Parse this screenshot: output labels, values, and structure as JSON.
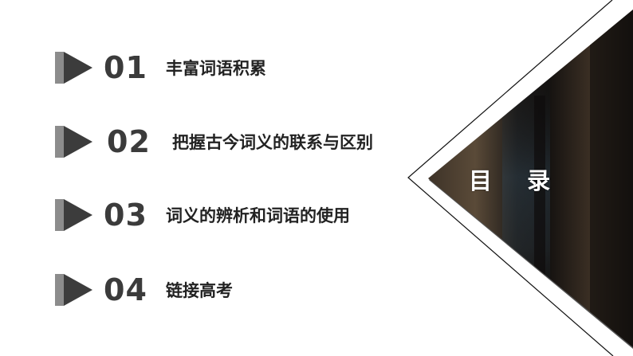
{
  "toc": {
    "title": "目 录",
    "items": [
      {
        "number": "01",
        "label": "丰富词语积累"
      },
      {
        "number": "02",
        "label": "把握古今词义的联系与区别"
      },
      {
        "number": "03",
        "label": "词义的辨析和词语的使用"
      },
      {
        "number": "04",
        "label": "链接高考"
      }
    ]
  },
  "colors": {
    "icon_back": "#8c8c8c",
    "icon_front": "#3c3c3c",
    "text_number": "#3b3b3b",
    "text_label": "#222222",
    "photo_dark": "#1a1512"
  }
}
